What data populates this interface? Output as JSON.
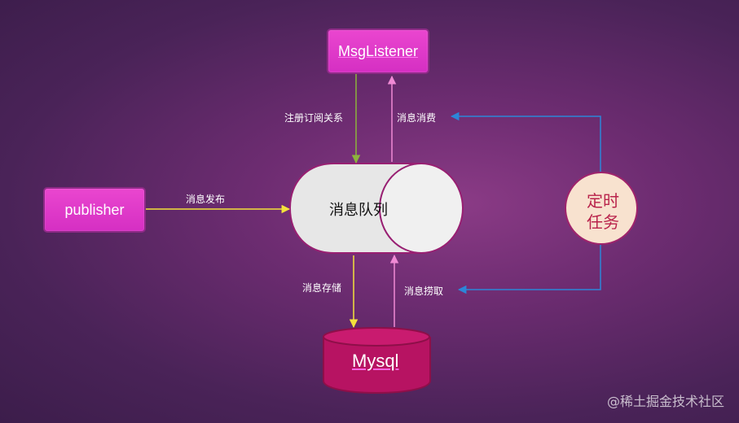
{
  "nodes": {
    "msg_listener": "MsgListener",
    "publisher": "publisher",
    "message_queue": "消息队列",
    "mysql": "Mysql",
    "timer_task_line1": "定时",
    "timer_task_line2": "任务"
  },
  "edges": {
    "register_subscription": "注册订阅关系",
    "consume": "消息消费",
    "publish": "消息发布",
    "store": "消息存储",
    "fetch": "消息捞取"
  },
  "watermark": "@稀土掘金技术社区",
  "colors": {
    "accent_pink": "#d52fc3",
    "queue_body": "#e7e7e7",
    "db_body": "#b71362",
    "timer_fill": "#f8e2cf",
    "arrow_yellow": "#f3e23b",
    "arrow_pink": "#f08ad5",
    "arrow_blue": "#2c86d8",
    "arrow_green": "#8db33c"
  }
}
